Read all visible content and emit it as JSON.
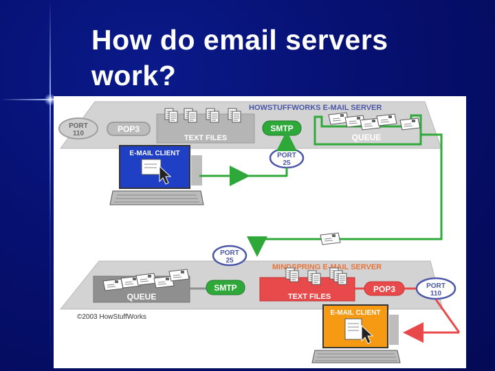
{
  "slide": {
    "title_line1": "How do email servers",
    "title_line2": "work?"
  },
  "diagram": {
    "top_server": {
      "name": "HOWSTUFFWORKS E-MAIL SERVER",
      "port110": [
        "PORT",
        "110"
      ],
      "pop3": "POP3",
      "text_files": "TEXT FILES",
      "smtp": "SMTP",
      "queue": "QUEUE"
    },
    "top_client": {
      "label": "E-MAIL CLIENT",
      "port25": [
        "PORT",
        "25"
      ]
    },
    "bottom_server": {
      "name": "MINDSPRING E-MAIL SERVER",
      "port25": [
        "PORT",
        "25"
      ],
      "queue": "QUEUE",
      "smtp": "SMTP",
      "text_files": "TEXT FILES",
      "pop3": "POP3",
      "port110": [
        "PORT",
        "110"
      ]
    },
    "bottom_client": {
      "label": "E-MAIL CLIENT"
    },
    "copyright": "©2003 HowStuffWorks"
  },
  "colors": {
    "green": "#2fa83a",
    "red": "#e8494a",
    "blue_client": "#1f3fc4",
    "orange_client": "#f59a12",
    "gray_panel": "#c9c9c9"
  }
}
